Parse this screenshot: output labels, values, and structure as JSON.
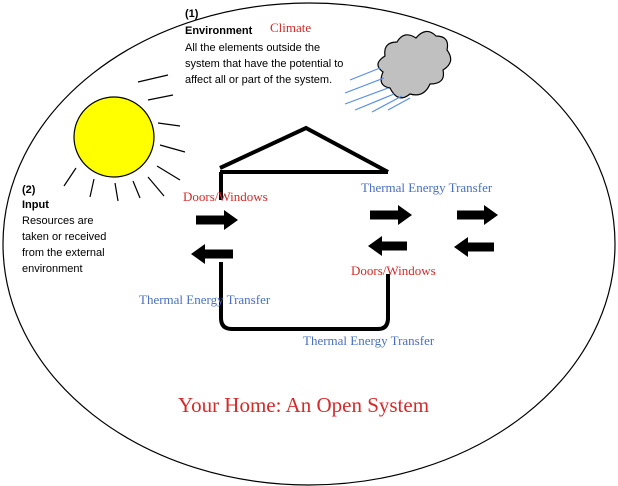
{
  "environment": {
    "number": "(1)",
    "heading": "Environment",
    "description": "All the elements outside the system that have the potential to affect all or part of the system."
  },
  "climate_label": "Climate",
  "input": {
    "number": "(2)",
    "heading": "Input",
    "description": "Resources are taken or received from the external environment"
  },
  "labels": {
    "doors_windows_left": "Doors/Windows",
    "doors_windows_right": "Doors/Windows",
    "thermal_top_right": "Thermal Energy Transfer",
    "thermal_left": "Thermal Energy Transfer",
    "thermal_bottom": "Thermal Energy Transfer"
  },
  "title": "Your Home: An Open System",
  "colors": {
    "sun": "#ffff00",
    "cloud": "#c0c0c0",
    "red_text": "#d42a2a",
    "blue_text": "#4a6fc0",
    "rain": "#5b8ee6"
  }
}
